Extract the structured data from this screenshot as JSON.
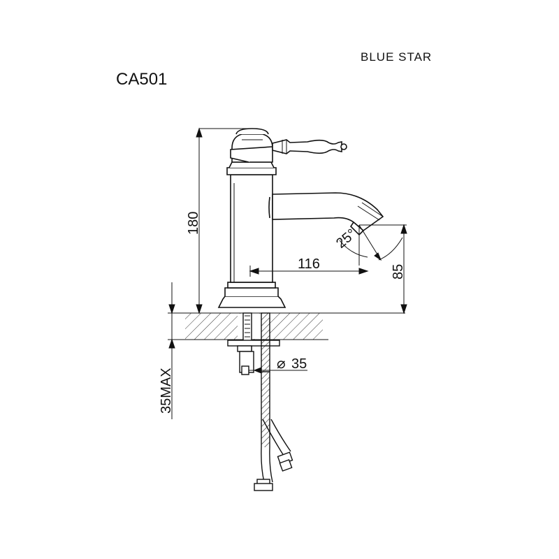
{
  "brand": "BLUE STAR",
  "model": "CA501",
  "dimensions": {
    "height": "180",
    "reach": "116",
    "spout_height": "85",
    "spout_angle": "25°",
    "hole_diameter": "35",
    "max_deck_thickness": "35MAX"
  },
  "symbols": {
    "diameter": "⌀"
  }
}
